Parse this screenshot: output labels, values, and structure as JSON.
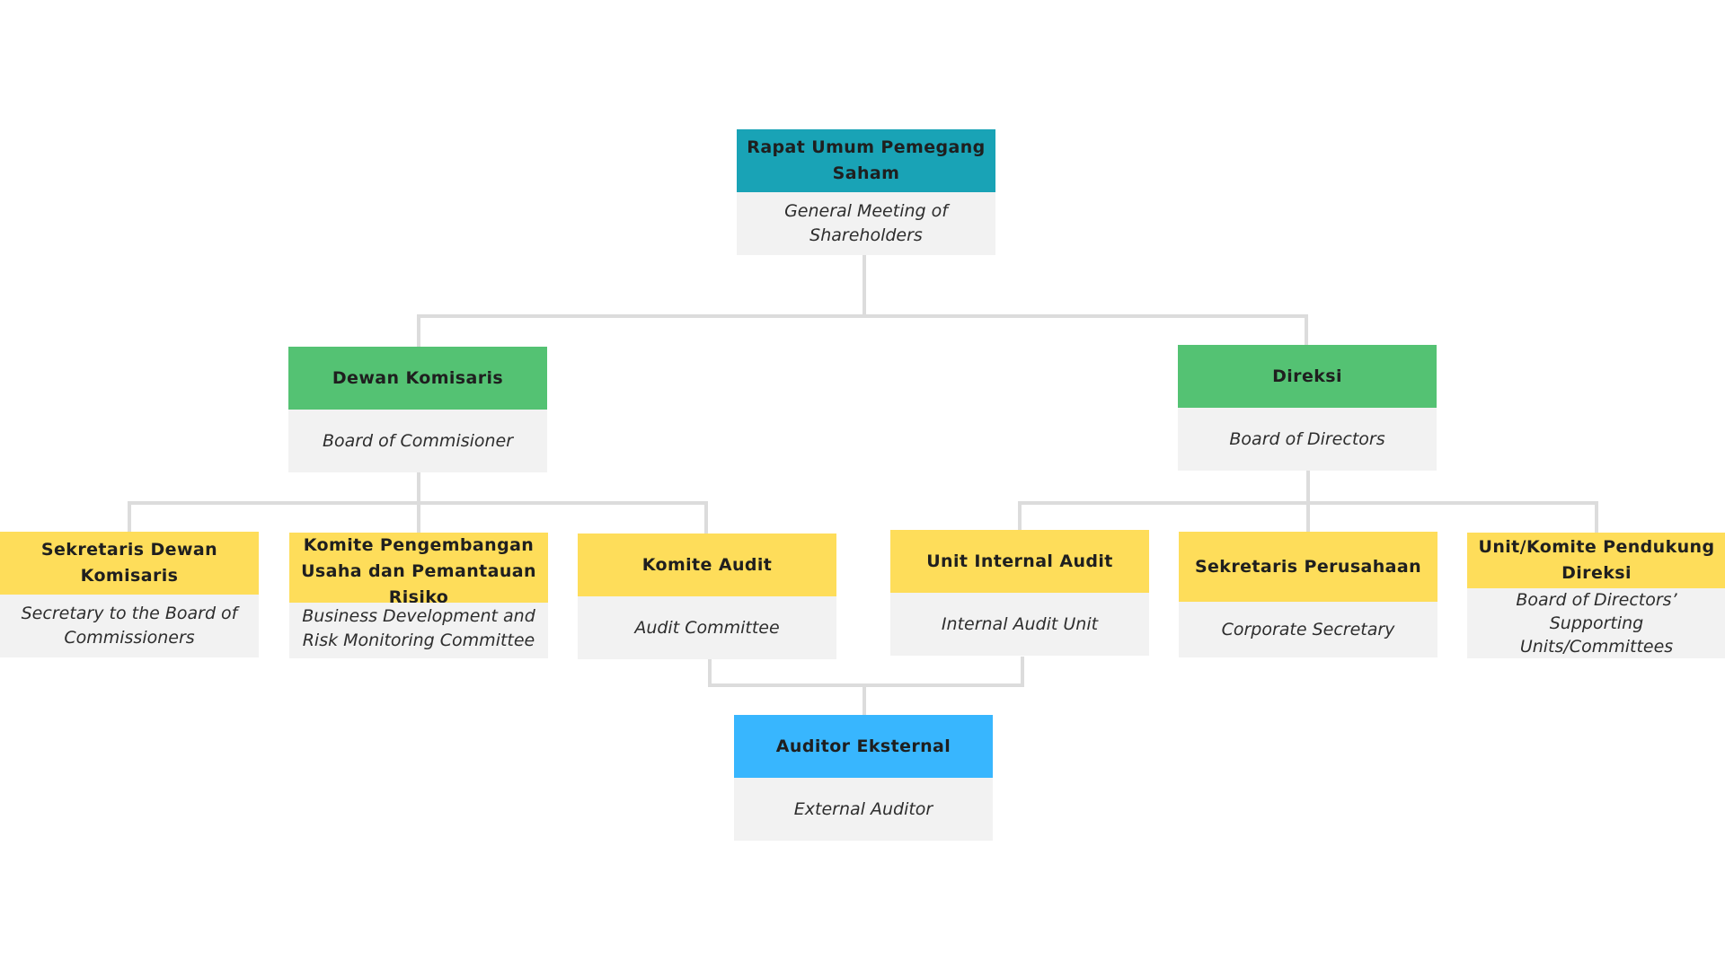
{
  "colors": {
    "connector": "#dcdcdc",
    "shareholders": "#19a3b6",
    "boards": "#54c273",
    "committees": "#fedd5a",
    "external_auditor": "#38b6fe",
    "subtitle_background": "#f2f2f2"
  },
  "nodes": {
    "gms": {
      "title": "Rapat Umum Pemegang Saham",
      "subtitle": "General Meeting of Shareholders"
    },
    "commissioners": {
      "title": "Dewan Komisaris",
      "subtitle": "Board of Commisioner"
    },
    "directors": {
      "title": "Direksi",
      "subtitle": "Board of Directors"
    },
    "commissioner_secretary": {
      "title": "Sekretaris Dewan Komisaris",
      "subtitle": "Secretary to the Board of Commissioners"
    },
    "risk_committee": {
      "title": "Komite Pengembangan Usaha dan Pemantauan Risiko",
      "subtitle": "Business Development and Risk Monitoring Committee"
    },
    "audit_committee": {
      "title": "Komite Audit",
      "subtitle": "Audit Committee"
    },
    "internal_audit": {
      "title": "Unit Internal Audit",
      "subtitle": "Internal Audit Unit"
    },
    "corporate_secretary": {
      "title": "Sekretaris Perusahaan",
      "subtitle": "Corporate Secretary"
    },
    "directors_support": {
      "title": "Unit/Komite Pendukung Direksi",
      "subtitle": "Board of Directors’ Supporting Units/Committees"
    },
    "external_auditor": {
      "title": "Auditor Eksternal",
      "subtitle": "External Auditor"
    }
  }
}
